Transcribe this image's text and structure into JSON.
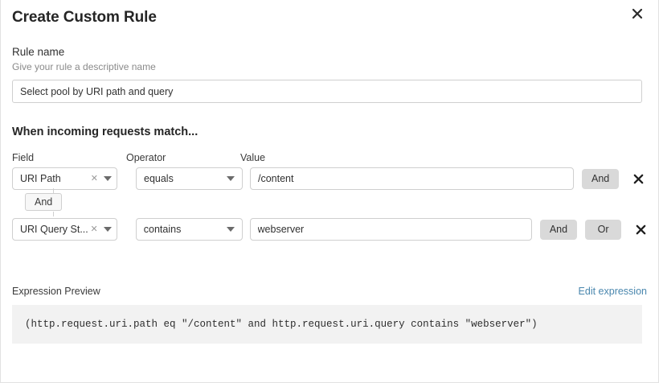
{
  "dialog": {
    "title": "Create Custom Rule",
    "close_label": "close-icon"
  },
  "rule_name": {
    "label": "Rule name",
    "hint": "Give your rule a descriptive name",
    "value": "Select pool by URI path and query",
    "placeholder": "Enter rule name"
  },
  "conditions": {
    "section_title": "When incoming requests match...",
    "headers": {
      "field": "Field",
      "operator": "Operator",
      "value": "Value"
    },
    "connector": {
      "label": "And"
    },
    "rows": [
      {
        "field": "URI Path",
        "operator": "equals",
        "value": "/content",
        "value_placeholder": "Enter value",
        "buttons": [
          "And"
        ],
        "delete_label": "delete-condition"
      },
      {
        "field": "URI Query St...",
        "operator": "contains",
        "value": "webserver",
        "value_placeholder": "Enter value",
        "buttons": [
          "And",
          "Or"
        ],
        "delete_label": "delete-condition"
      }
    ]
  },
  "preview": {
    "label": "Expression Preview",
    "edit_link": "Edit expression",
    "expression": "(http.request.uri.path eq \"/content\" and http.request.uri.query contains \"webserver\")"
  },
  "colors": {
    "link": "#4a87ae",
    "button_gray": "#d9d9d9",
    "code_background": "#f2f2f2",
    "border": "#cfcfcf"
  }
}
